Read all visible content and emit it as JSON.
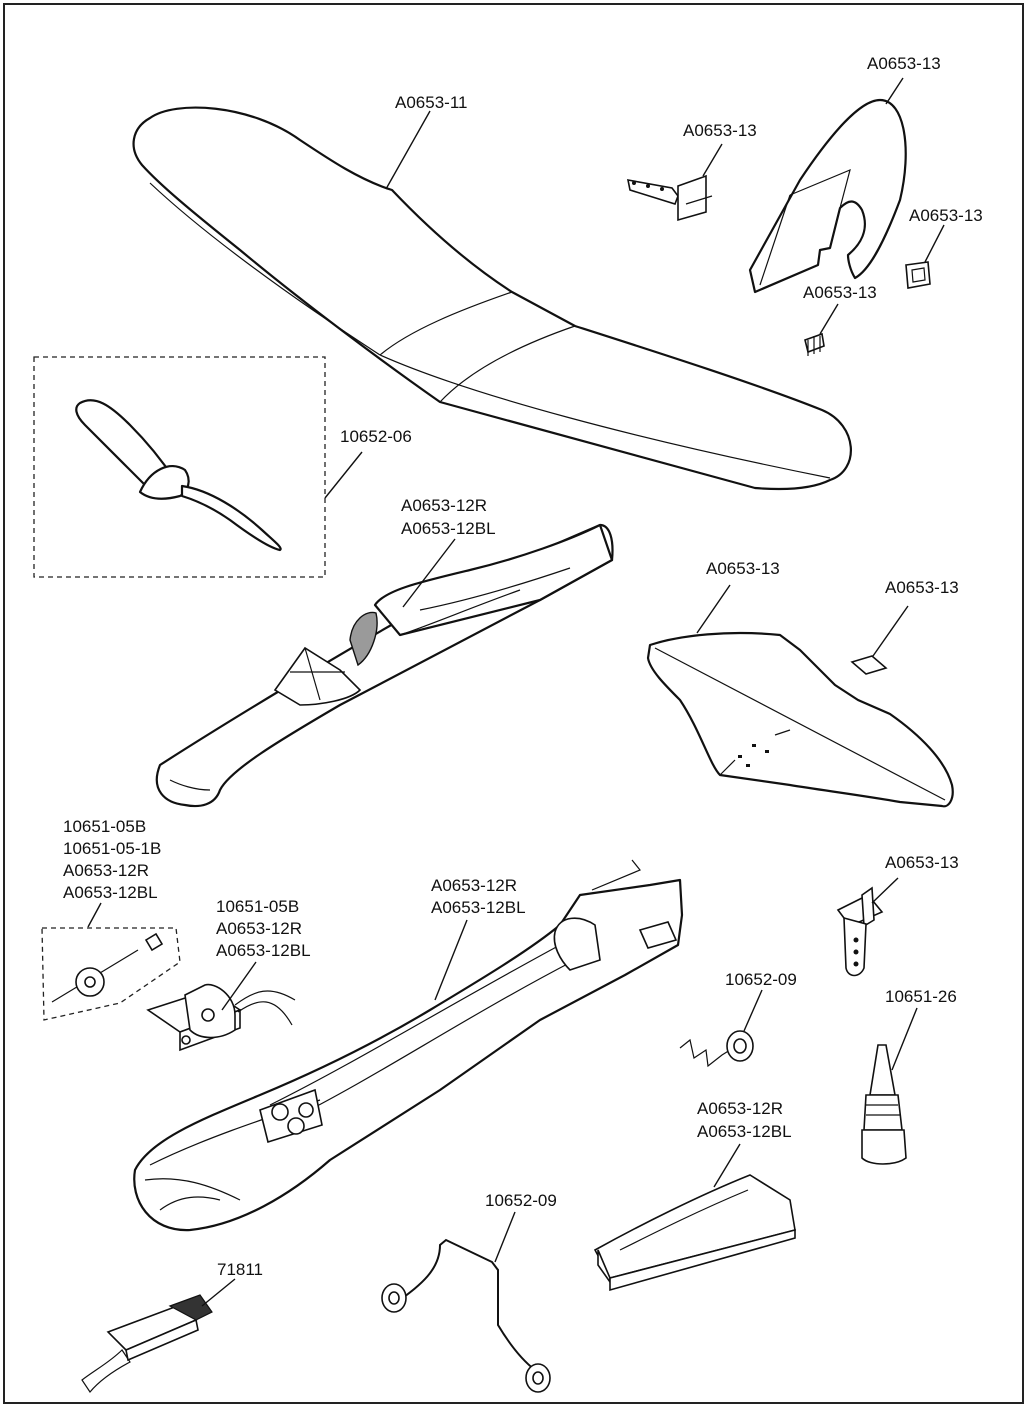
{
  "callouts": {
    "wing": "A0653-11",
    "rudder": "A0653-13",
    "rudder_horn": "A0653-13",
    "hinge_small": "A0653-13",
    "hinge_clip": "A0653-13",
    "propeller": "10652-06",
    "fuselage_upper": [
      "A0653-12R",
      "A0653-12BL"
    ],
    "stabilizer": "A0653-13",
    "stabilizer_mount": "A0653-13",
    "gear_set": [
      "10651-05B",
      "10651-05-1B",
      "A0653-12R",
      "A0653-12BL"
    ],
    "motor_unit": [
      "10651-05B",
      "A0653-12R",
      "A0653-12BL"
    ],
    "fuselage_lower": [
      "A0653-12R",
      "A0653-12BL"
    ],
    "elevator_horn": "A0653-13",
    "tail_wheel": "10652-09",
    "glue": "10651-26",
    "battery_cover": [
      "A0653-12R",
      "A0653-12BL"
    ],
    "landing_gear": "10652-09",
    "receiver": "71811"
  }
}
